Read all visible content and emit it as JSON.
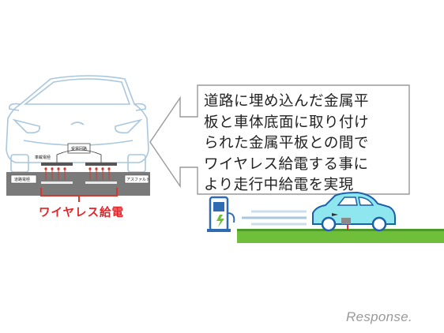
{
  "callout": {
    "lines": [
      "道路に埋め込んだ金属平",
      "板と車体底面に取り付け",
      "られた金属平板との間で",
      "ワイヤレス給電する事に",
      "より走行中給電を実現"
    ]
  },
  "caption": "ワイヤレス給電",
  "labels": {
    "receiving_circuit": "受電回路",
    "vehicle_electrode": "車載電極",
    "road_electrode": "道路電極",
    "asphalt": "アスファルト"
  },
  "watermark": "Response.",
  "colors": {
    "car_outline": "#a9c7de",
    "road_grey": "#7a7a7a",
    "caption_red": "#e0262a",
    "electrode_red": "#d8362f",
    "car_body_cyan": "#8ee6ef",
    "road_green": "#6fbf3a",
    "charger_blue": "#2f6bb3"
  }
}
